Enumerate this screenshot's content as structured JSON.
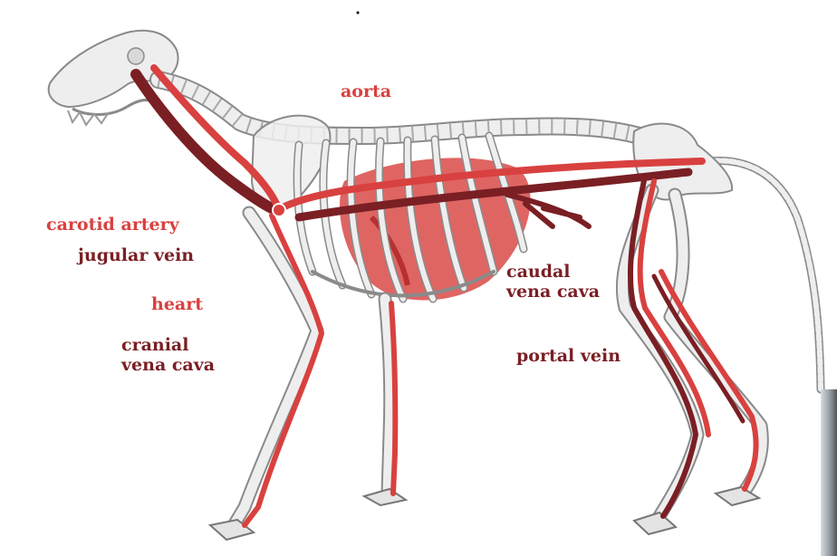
{
  "labels": {
    "aorta": "aorta",
    "carotid_artery": "carotid artery",
    "jugular_vein": "jugular vein",
    "heart": "heart",
    "cranial_vena_cava_line1": "cranial",
    "cranial_vena_cava_line2": "vena cava",
    "caudal_vena_cava_line1": "caudal",
    "caudal_vena_cava_line2": "vena cava",
    "portal_vein": "portal vein"
  },
  "colors": {
    "artery": "#d8413f",
    "vein": "#7a1f24",
    "bone": "#eeeeee",
    "bone_outline": "#8a8a8a",
    "heart_fill": "#d94a48"
  }
}
